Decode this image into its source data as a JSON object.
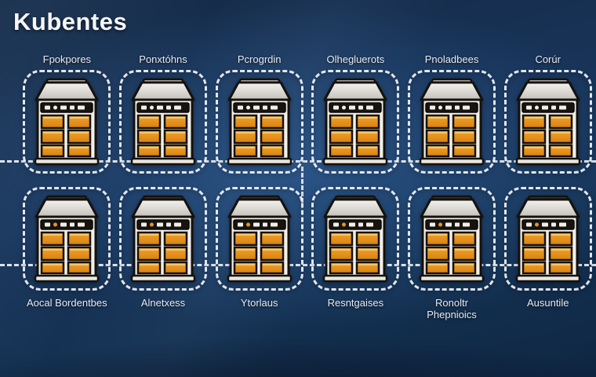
{
  "title": "Kubentes",
  "colors": {
    "background_navy": "#16314f",
    "drawer_orange": "#e8941f",
    "drawer_orange_light": "#f6b649",
    "cabinet_white": "#f2efe9",
    "outline_black": "#15110d",
    "dashed_line_white": "#f2f4f7",
    "label_text": "#e6eaf1"
  },
  "nodes": {
    "top_row": [
      {
        "label": "Fpokpores",
        "icon": "server-cabinet-icon"
      },
      {
        "label": "Ponxtóhns",
        "icon": "server-cabinet-icon"
      },
      {
        "label": "Pcrogrdin",
        "icon": "server-cabinet-icon"
      },
      {
        "label": "Olhegluerots",
        "icon": "server-cabinet-icon"
      },
      {
        "label": "Pnoladbees",
        "icon": "server-cabinet-icon"
      },
      {
        "label": "Corúr",
        "icon": "server-cabinet-icon"
      }
    ],
    "bottom_row": [
      {
        "label": "Aocal Bordentbes",
        "icon": "server-cabinet-icon"
      },
      {
        "label": "Alnetxess",
        "icon": "server-cabinet-icon"
      },
      {
        "label": "Ytorlaus",
        "icon": "server-cabinet-icon"
      },
      {
        "label": "Resntgaises",
        "icon": "server-cabinet-icon"
      },
      {
        "label": "Ronoltr Phepnioics",
        "icon": "server-cabinet-icon"
      },
      {
        "label": "Ausuntile",
        "icon": "server-cabinet-icon"
      }
    ]
  }
}
